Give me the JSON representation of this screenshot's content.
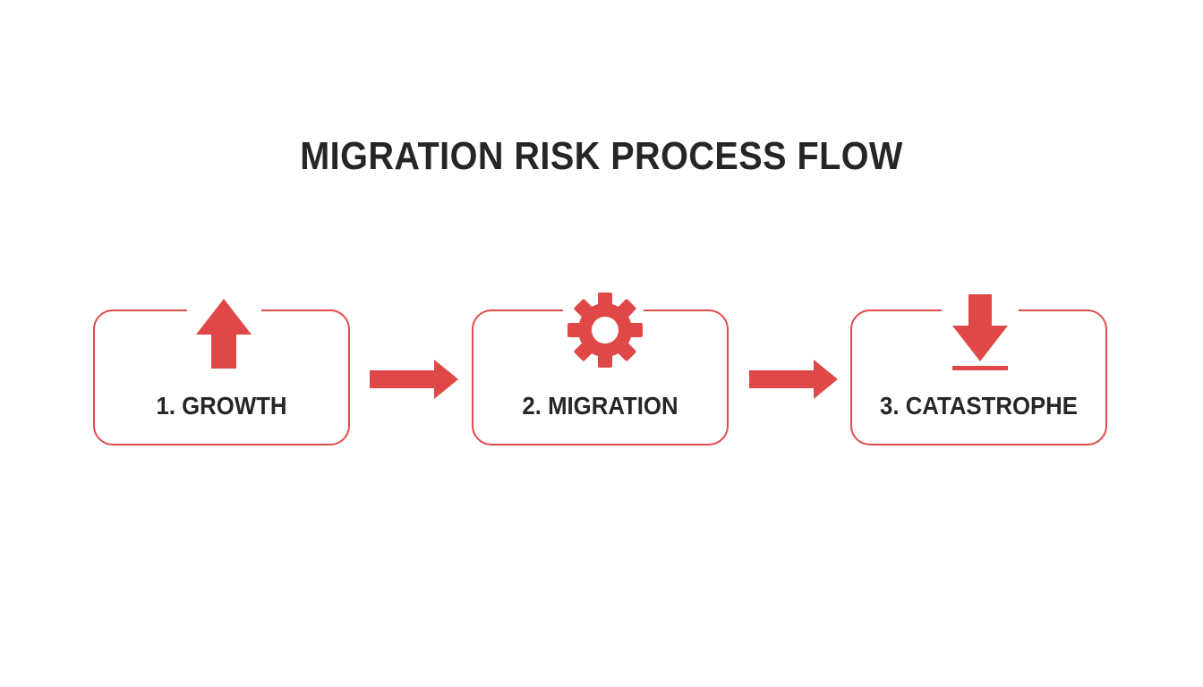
{
  "title": "MIGRATION RISK PROCESS FLOW",
  "colors": {
    "accent": "#e04848",
    "text": "#262626",
    "background": "#ffffff"
  },
  "steps": [
    {
      "label": "1. GROWTH",
      "icon": "arrow-up-icon"
    },
    {
      "label": "2. MIGRATION",
      "icon": "gear-icon"
    },
    {
      "label": "3. CATASTROPHE",
      "icon": "arrow-down-to-line-icon"
    }
  ],
  "connectors": [
    {
      "icon": "arrow-right-icon"
    },
    {
      "icon": "arrow-right-icon"
    }
  ]
}
